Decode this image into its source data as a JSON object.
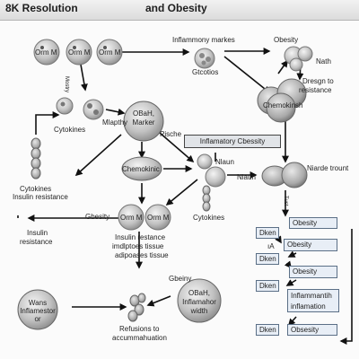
{
  "header": {
    "title_left": "8K Resolution",
    "title_center": "and Obesity"
  },
  "labels": {
    "orm_1": "Orm M",
    "orm_2": "Orm M",
    "orm_3": "Orm M",
    "inflammony_markes": "Inflammony markes",
    "gtcotios": "Gtcotios",
    "obesity_top": "Obesity",
    "nath": "Nath",
    "dresgn_to": "Dresgn to",
    "resistance_top": "resistance",
    "chemokinsh": "Chemokinsh",
    "vertical_small": "Mostry",
    "cytokines_1": "Cytokines",
    "mlapthy": "Mlapthy",
    "obal_1": "OBaH,",
    "marker": "Marker",
    "pische": "Pische",
    "inflammatory_obesity_box": "Inflamatory Cbessity",
    "chemokinic": "Chemokinic",
    "nlaun_1": "Nlaun",
    "nlaun_2": "Nlaun",
    "niarde_trount": "Niarde trount",
    "cytokines_left": "Cytokines",
    "insulin_resistance_left": "Insulin resistance",
    "insulin_resistance_2a": "Insulin",
    "insulin_resistance_2b": "resistance",
    "gbesity": "Gbesity",
    "orm_4": "Orm M",
    "orm_5": "Orm M",
    "cytokines_3": "Cytokines",
    "insulin_restance": "Insulin restance",
    "imdiptoes_tissue": "imdlptoes tissue",
    "adipoases_tissue": "adipoases tissue",
    "vertical_right": "Tust",
    "wans": "Wans",
    "inflamestor": "Inflamestor",
    "or": "or",
    "gbeiny": "Gbeiny",
    "obal_2": "OBaH,",
    "inflamahor": "Inflamahor",
    "width": "width",
    "refusions_to": "Refusions to",
    "accummahuation": "accummahuation"
  },
  "flow_boxes": {
    "obesity_1": "Obesity",
    "dken_1": "Dken",
    "obesity_2": "Obesity",
    "dken_2": "Dken",
    "obesity_3": "Obesity",
    "dken_3": "Dken",
    "inflammantih": "Inflammantih",
    "inflamation": "inflamation",
    "dken_4": "Dken",
    "obsesity": "Obsesity",
    "marker_ai": "ıA"
  }
}
